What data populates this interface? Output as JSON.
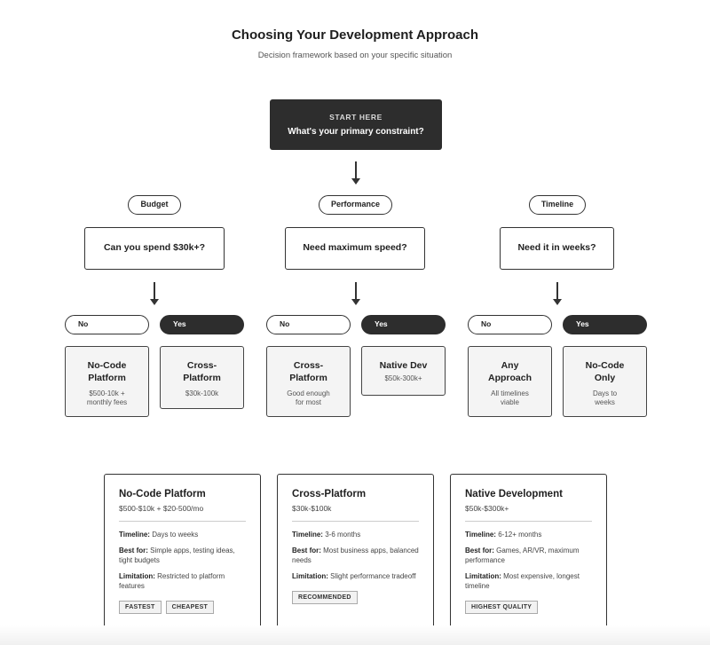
{
  "header": {
    "title": "Choosing Your Development Approach",
    "subtitle": "Decision framework based on your specific situation"
  },
  "start": {
    "kicker": "START HERE",
    "question": "What's your primary constraint?"
  },
  "branches": [
    {
      "label": "Budget",
      "question": "Can you spend $30k+?",
      "no": {
        "label": "No",
        "result_title": "No-Code Platform",
        "result_sub": "$500-10k + monthly fees"
      },
      "yes": {
        "label": "Yes",
        "result_title": "Cross-Platform",
        "result_sub": "$30k-100k"
      }
    },
    {
      "label": "Performance",
      "question": "Need maximum speed?",
      "no": {
        "label": "No",
        "result_title": "Cross-Platform",
        "result_sub": "Good enough for most"
      },
      "yes": {
        "label": "Yes",
        "result_title": "Native Dev",
        "result_sub": "$50k-300k+"
      }
    },
    {
      "label": "Timeline",
      "question": "Need it in weeks?",
      "no": {
        "label": "No",
        "result_title": "Any Approach",
        "result_sub": "All timelines viable"
      },
      "yes": {
        "label": "Yes",
        "result_title": "No-Code Only",
        "result_sub": "Days to weeks"
      }
    }
  ],
  "cards": [
    {
      "title": "No-Code Platform",
      "price": "$500-$10k + $20-500/mo",
      "timeline_label": "Timeline:",
      "timeline": "Days to weeks",
      "best_label": "Best for:",
      "best": "Simple apps, testing ideas, tight budgets",
      "limit_label": "Limitation:",
      "limit": "Restricted to platform features",
      "tags": [
        "FASTEST",
        "CHEAPEST"
      ]
    },
    {
      "title": "Cross-Platform",
      "price": "$30k-$100k",
      "timeline_label": "Timeline:",
      "timeline": "3-6 months",
      "best_label": "Best for:",
      "best": "Most business apps, balanced needs",
      "limit_label": "Limitation:",
      "limit": "Slight performance tradeoff",
      "tags": [
        "RECOMMENDED"
      ]
    },
    {
      "title": "Native Development",
      "price": "$50k-$300k+",
      "timeline_label": "Timeline:",
      "timeline": "6-12+ months",
      "best_label": "Best for:",
      "best": "Games, AR/VR, maximum performance",
      "limit_label": "Limitation:",
      "limit": "Most expensive, longest timeline",
      "tags": [
        "HIGHEST QUALITY"
      ]
    }
  ],
  "colors": {
    "dark": "#2d2d2d",
    "result_bg": "#f4f4f4",
    "border": "#333333"
  }
}
